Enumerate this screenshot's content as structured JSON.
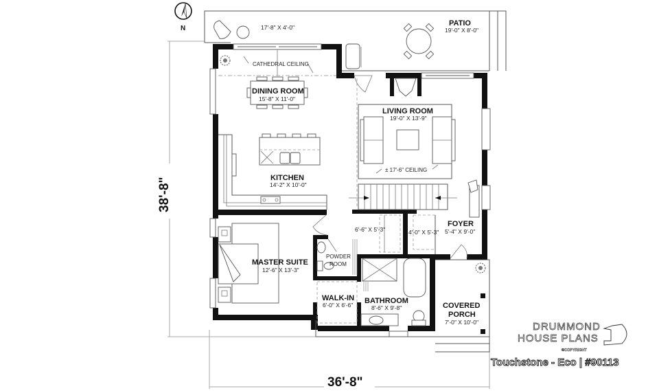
{
  "plan": {
    "title": "Touchstone - Eco | #90113",
    "brand": {
      "line1": "DRUMMOND",
      "line2": "HOUSE PLANS",
      "copyright": "©COPYRIGHT"
    },
    "compass": {
      "label": "N",
      "icon": "north-arrow-icon"
    },
    "overall_dimensions": {
      "depth": "38'-8\"",
      "width": "36'-8\""
    },
    "rooms": [
      {
        "id": "patio-left",
        "name": "",
        "size": "17'-8\" X 4'-0\""
      },
      {
        "id": "patio",
        "name": "PATIO",
        "size": "19'-0\" X 8'-0\""
      },
      {
        "id": "dining",
        "name": "DINING ROOM",
        "size": "15'-8\" X 11'-0\""
      },
      {
        "id": "living",
        "name": "LIVING ROOM",
        "size": "19'-0\" X 13'-9\""
      },
      {
        "id": "kitchen",
        "name": "KITCHEN",
        "size": "14'-2\" X 10'-0\""
      },
      {
        "id": "foyer",
        "name": "FOYER",
        "size": "5'-4\" X 9'-0\""
      },
      {
        "id": "master",
        "name": "MASTER SUITE",
        "size": "12'-6\" X 13'-3\""
      },
      {
        "id": "powder",
        "name": "POWDER",
        "name2": "ROOM",
        "size": ""
      },
      {
        "id": "walkin",
        "name": "WALK-IN",
        "size": "6'-0\" X 6'-6\""
      },
      {
        "id": "bathroom",
        "name": "BATHROOM",
        "size": "8'-6\" X 9'-8\""
      },
      {
        "id": "porch",
        "name": "COVERED",
        "name2": "PORCH",
        "size": "7'-0\" X 10'-0\""
      },
      {
        "id": "closet1",
        "name": "",
        "size": "6'-6\" X 5'-3\""
      },
      {
        "id": "closet2",
        "name": "",
        "size": "4'-0\" X 5'-3\""
      }
    ],
    "annotations": {
      "cathedral": "CATHEDRAL CEILING",
      "living_ceiling": "± 17'-6\" CEILING"
    }
  }
}
